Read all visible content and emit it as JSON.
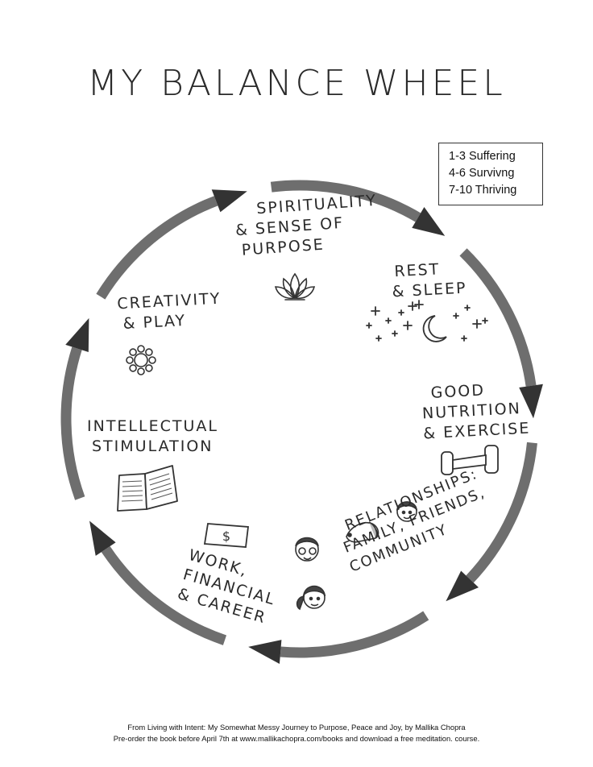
{
  "title": "MY BALANCE WHEEL",
  "legend": {
    "lines": [
      "1-3 Suffering",
      "4-6 Survivng",
      "7-10 Thriving"
    ]
  },
  "segments": {
    "spirituality": [
      "SPIRITUALITY",
      "& SENSE OF",
      "PURPOSE"
    ],
    "rest": [
      "REST",
      "& SLEEP"
    ],
    "nutrition": [
      "GOOD",
      "NUTRITION",
      "& EXERCISE"
    ],
    "relationships": [
      "RELATIONSHIPS:",
      "FAMILY, FRIENDS,",
      "COMMUNITY"
    ],
    "work": [
      "WORK,",
      "FINANCIAL",
      "& CAREER"
    ],
    "intellectual": [
      "INTELLECTUAL",
      "STIMULATION"
    ],
    "creativity": [
      "CREATIVITY",
      "& PLAY"
    ]
  },
  "dollar_sign": "$",
  "footer": {
    "line1": "From Living with Intent: My Somewhat Messy Journey to Purpose, Peace and Joy, by Mallika Chopra",
    "line2": "Pre-order the book before April 7th at www.mallikachopra.com/books and download a free meditation. course."
  },
  "colors": {
    "arrow": "#6e6e6e",
    "arrow_head": "#333333",
    "ink": "#2a2a2a"
  }
}
